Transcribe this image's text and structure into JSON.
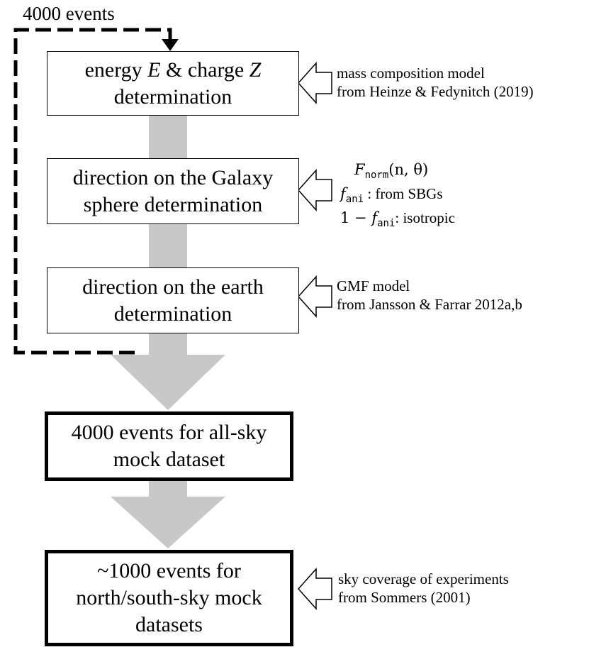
{
  "loop_label": "4000 events",
  "steps": [
    {
      "line1_a": "energy ",
      "line1_E": "E",
      "line1_b": " & charge ",
      "line1_Z": "Z",
      "line2": "determination"
    },
    {
      "line1": "direction on the Galaxy",
      "line2": "sphere determination"
    },
    {
      "line1": "direction on the earth",
      "line2": "determination"
    },
    {
      "line1": "4000 events for all-sky",
      "line2": "mock dataset"
    },
    {
      "line1": "~1000 events for",
      "line2": "north/south-sky mock",
      "line3": "datasets"
    }
  ],
  "inputs": {
    "mass": {
      "line1": "mass composition model",
      "line2": "from Heinze & Fedynitch (2019)"
    },
    "direction": {
      "F": "F",
      "norm": "norm",
      "args": "(n, θ)",
      "f": "f",
      "ani": "ani",
      "sbg_text": " : from SBGs",
      "one_minus": "1 − ",
      "iso_text": ": isotropic"
    },
    "gmf": {
      "line1": "GMF model",
      "line2": "from Jansson & Farrar 2012a,b"
    },
    "sky": {
      "line1": "sky coverage of experiments",
      "line2": "from Sommers (2001)"
    }
  },
  "colors": {
    "arrow_gray": "#c8c8c8",
    "line": "#000000"
  }
}
